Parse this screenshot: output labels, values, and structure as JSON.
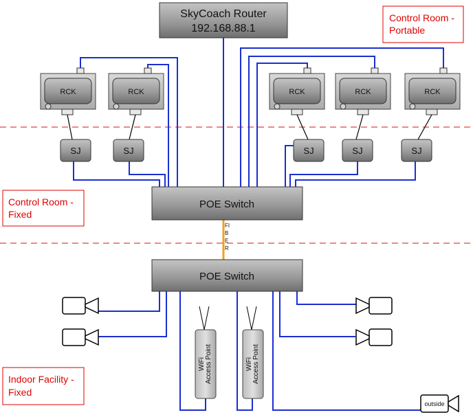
{
  "router": {
    "name": "SkyCoach Router",
    "ip": "192.168.88.1"
  },
  "zones": {
    "portable": {
      "line1": "Control Room -",
      "line2": "Portable"
    },
    "control_fixed": {
      "line1": "Control Room -",
      "line2": "Fixed"
    },
    "indoor": {
      "line1": "Indoor Facility -",
      "line2": "Fixed"
    }
  },
  "devices": {
    "rck_label": "RCK",
    "sj_label": "SJ",
    "poe_top_label": "POE Switch",
    "poe_bottom_label": "POE Switch",
    "ap_line1": "WiFi",
    "ap_line2": "Access Point",
    "outside_label": "outside"
  },
  "fiber_letters": [
    "FI",
    "B",
    "E",
    "R"
  ],
  "colors": {
    "ethernet": "#1a2fd0",
    "fiber": "#f0a020",
    "zone_divider": "#e04040",
    "zone_text": "#e00000"
  },
  "icons": {
    "camera": "camera-icon",
    "antenna": "antenna-icon",
    "port": "ethernet-port-icon"
  }
}
